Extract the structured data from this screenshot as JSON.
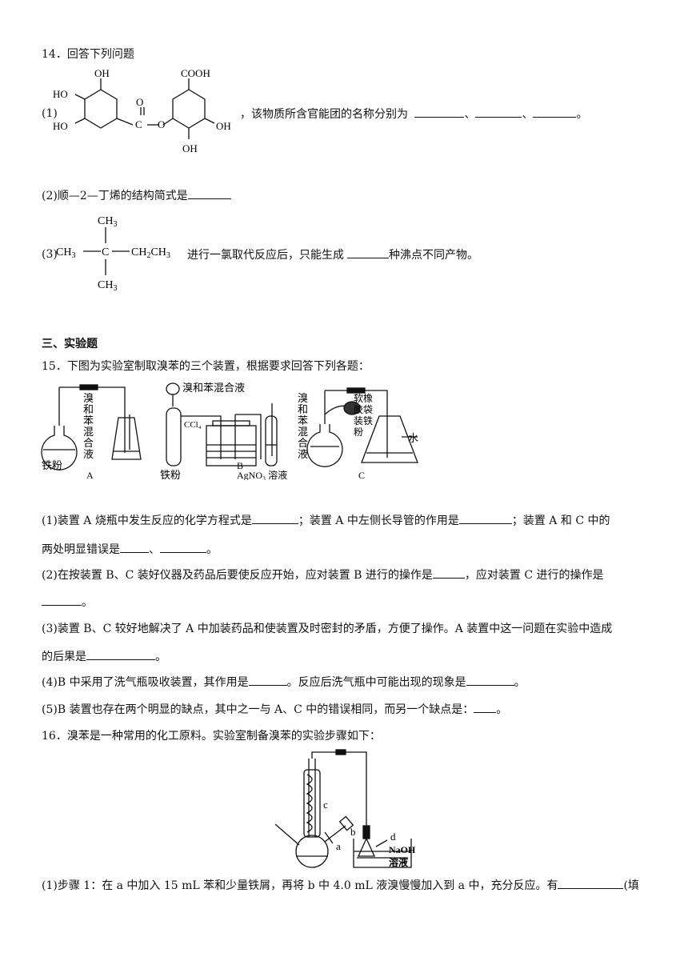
{
  "q14": {
    "header": "14．回答下列问题",
    "p1_label": "(1)",
    "p1_text": "，该物质所含官能团的名称分别为",
    "sep": "、",
    "end": "。",
    "struct": {
      "oh": "OH",
      "ho": "HO",
      "cooh": "COOH",
      "c": "C",
      "o_dbl": "O",
      "o": "O"
    },
    "p2": "(2)顺—2—丁烯的结构简式是",
    "p3_label": "(3)",
    "p3_text": "进行一氯取代反应后，只能生成",
    "p3_end": "种沸点不同产物。",
    "p3_struct": {
      "ch3": "CH",
      "sub3": "3",
      "c": "C",
      "ch2ch3": "CH",
      "sub2": "2",
      "ch3b": "CH",
      "sub3b": "3"
    }
  },
  "section3": "三、实验题",
  "q15": {
    "stem": "15．下图为实验室制取溴苯的三个装置，根据要求回答下列各题：",
    "figure_labels": {
      "a_liquid": [
        "溴",
        "和",
        "苯",
        "混",
        "合",
        "液"
      ],
      "a_iron": "铁粉",
      "a": "A",
      "b_top": "溴和苯混合液",
      "b_ccl4": "CCl₄",
      "b_iron": "铁粉",
      "b_agno3": "AgNO₃ 溶液",
      "b": "B",
      "c_liquid": [
        "溴",
        "和",
        "苯",
        "混",
        "合",
        "液"
      ],
      "c_bag": [
        "软橡",
        "胶袋",
        "装铁",
        "粉"
      ],
      "c_water": "水",
      "c": "C"
    },
    "p1a": "(1)装置 A 烧瓶中发生反应的化学方程式是",
    "p1b": "；装置 A 中左侧长导管的作用是",
    "p1c": "；装置 A 和 C 中的",
    "p1d": "两处明显错误是",
    "p2a": "(2)在按装置 B、C 装好仪器及药品后要使反应开始，应对装置 B 进行的操作是",
    "p2b": "，应对装置 C 进行的操作是",
    "p3a": "(3)装置 B、C 较好地解决了 A 中加装药品和使装置及时密封的矛盾，方便了操作。A 装置中这一问题在实验中造成",
    "p3b": "的后果是",
    "p4a": "(4)B 中采用了洗气瓶吸收装置，其作用是",
    "p4b": "。反应后洗气瓶中可能出现的现象是",
    "p5": "(5)B 装置也存在两个明显的缺点，其中之一与 A、C 中的错误相同，而另一个缺点是："
  },
  "q16": {
    "stem": "16．溴苯是一种常用的化工原料。实验室制备溴苯的实验步骤如下：",
    "figure_labels": {
      "c": "c",
      "b": "b",
      "a": "a",
      "d": "d",
      "naoh": "NaOH",
      "sol": "溶液"
    },
    "p1a": "(1)步骤 1：在 a 中加入 15 mL 苯和少量铁屑，再将 b 中 4.0 mL 液溴慢慢加入到 a 中，充分反应。有",
    "p1b": "(填"
  }
}
